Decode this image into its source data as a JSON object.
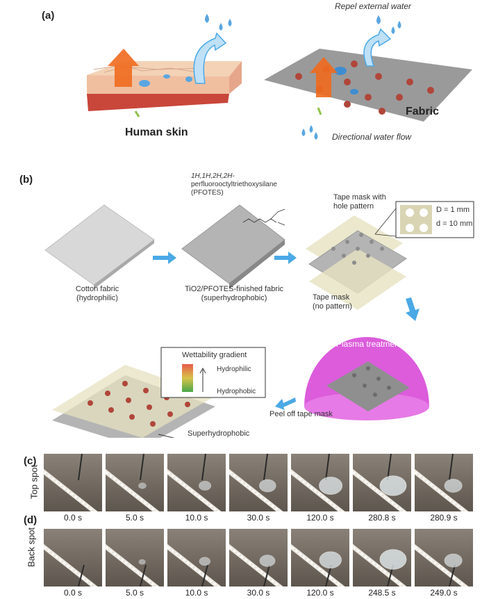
{
  "panel_a": {
    "label": "(a)",
    "repel_text": "Repel external water",
    "skin_label": "Human skin",
    "fabric_label": "Fabric",
    "flow_text": "Directional water flow"
  },
  "panel_b": {
    "label": "(b)",
    "pfotes_line1": "1H,1H,2H,2H-",
    "pfotes_line2": "perfluorooctyltriethoxysilane",
    "pfotes_line3": "(PFOTES)",
    "cotton_line1": "Cotton fabric",
    "cotton_line2": "(hydrophilic)",
    "tio2_line1": "TiO2/PFOTES-finished fabric",
    "tio2_line2": "(superhydrophobic)",
    "mask_hole_line1": "Tape mask with",
    "mask_hole_line2": "hole pattern",
    "mask_plain_line1": "Tape mask",
    "mask_plain_line2": "(no pattern)",
    "dim_D": "D = 1 mm",
    "dim_d": "d = 10 mm",
    "plasma": "Plasma treatment",
    "peel": "Peel off tape mask",
    "gradient_title": "Wettability gradient",
    "hydrophilic": "Hydrophilic",
    "hydrophobic": "Hydrophobic",
    "superhydrophobic": "Superhydrophobic"
  },
  "panel_c": {
    "label": "(c)",
    "row_label": "Top spot",
    "times": [
      "0.0 s",
      "5.0 s",
      "10.0 s",
      "30.0 s",
      "120.0 s",
      "280.8 s",
      "280.9 s"
    ],
    "drop_level": [
      0,
      0.15,
      0.35,
      0.55,
      0.85,
      1.0,
      0.6
    ]
  },
  "panel_d": {
    "label": "(d)",
    "row_label": "Back spot",
    "times": [
      "0.0 s",
      "5.0 s",
      "10.0 s",
      "30.0 s",
      "120.0 s",
      "248.5 s",
      "249.0 s"
    ],
    "drop_level": [
      0,
      0.1,
      0.3,
      0.5,
      0.8,
      1.0,
      0.6
    ]
  },
  "colors": {
    "water": "#5aa6e0",
    "arrow_blue": "#4aa9e6",
    "plasma": "#d640d6",
    "heat_orange": "#f06a1e",
    "tape": "#e6e2c0",
    "photo_bg": "#7a7269"
  }
}
